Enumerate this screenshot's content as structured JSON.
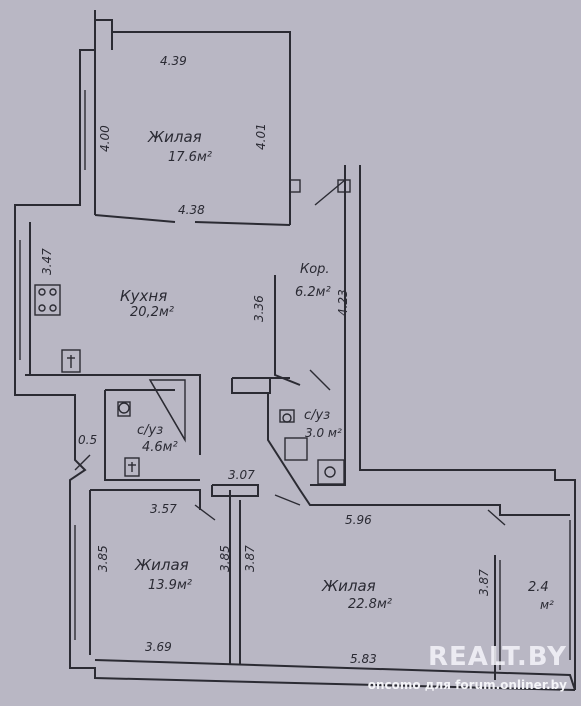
{
  "rooms": {
    "living1": {
      "name": "Жилая",
      "area": "17.6м²"
    },
    "kitchen": {
      "name": "Кухня",
      "area": "20,2м²"
    },
    "corridor": {
      "name": "Кор.",
      "area": "6.2м²"
    },
    "bath1": {
      "name": "с/уз",
      "area": "4.6м²"
    },
    "bath2": {
      "name": "с/уз",
      "area": "3.0 м²"
    },
    "living2": {
      "name": "Жилая",
      "area": "13.9м²"
    },
    "living3": {
      "name": "Жилая",
      "area": "22.8м²"
    },
    "balcony": {
      "area": "2.4",
      "unit": "м²"
    }
  },
  "dimensions": {
    "d439": "4.39",
    "d400": "4.00",
    "d401": "4.01",
    "d438": "4.38",
    "d347": "3.47",
    "d336": "3.36",
    "d423": "4.23",
    "d05": "0.5",
    "d307": "3.07",
    "d357": "3.57",
    "d596": "5.96",
    "d385a": "3.85",
    "d385b": "3.85",
    "d387a": "3.87",
    "d387b": "3.87",
    "d369": "3.69",
    "d583": "5.83"
  },
  "watermark": "REALT.BY",
  "credit": "oncomo для forum.onliner.by"
}
